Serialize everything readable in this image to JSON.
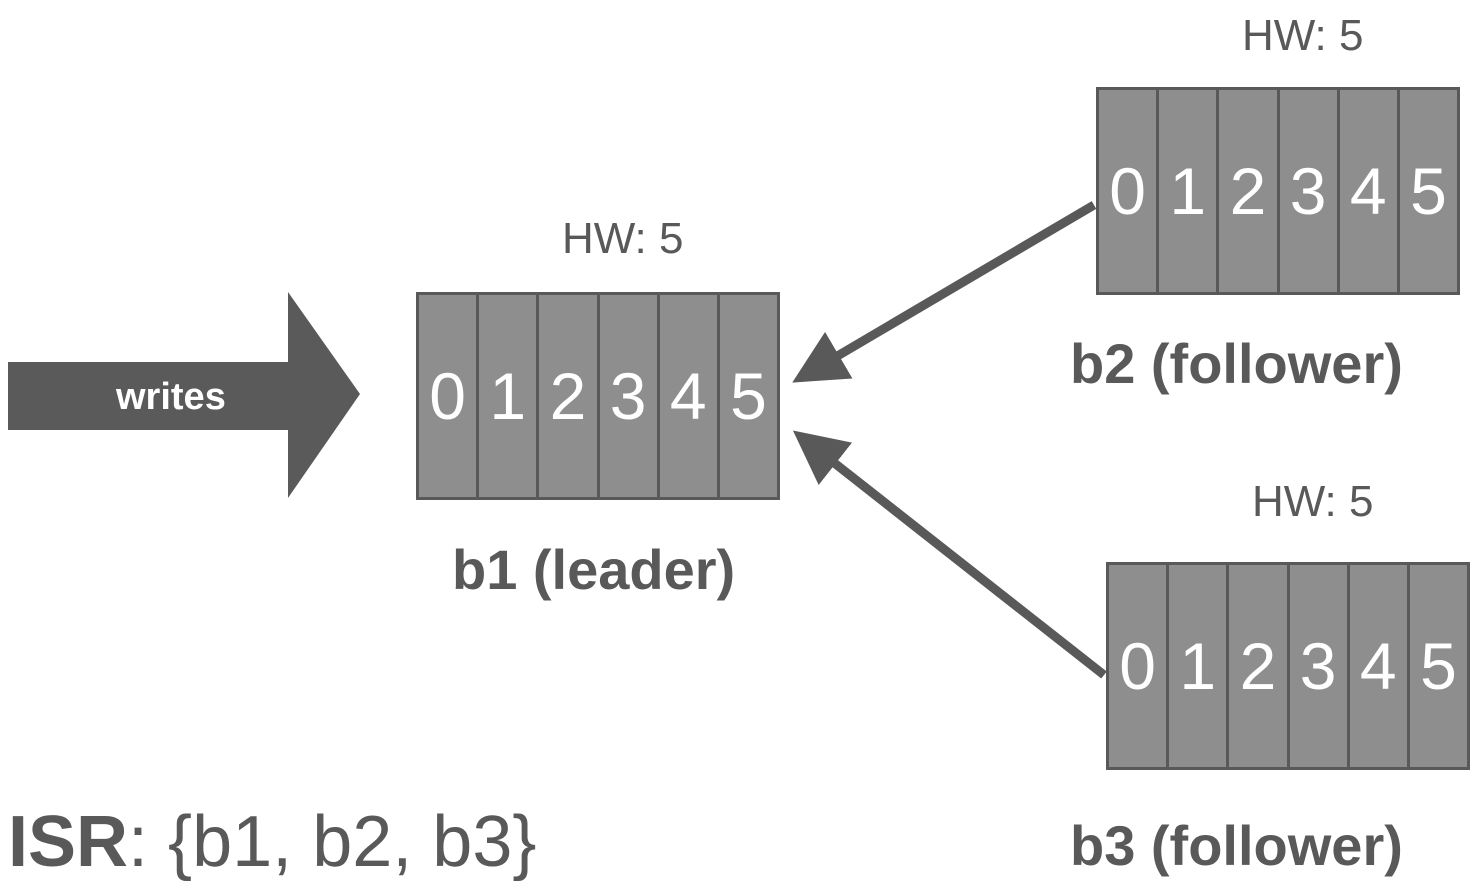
{
  "writes_label": "writes",
  "brokers": {
    "b1": {
      "label": "b1 (leader)",
      "hw": "HW: 5",
      "offsets": [
        "0",
        "1",
        "2",
        "3",
        "4",
        "5"
      ]
    },
    "b2": {
      "label": "b2 (follower)",
      "hw": "HW: 5",
      "offsets": [
        "0",
        "1",
        "2",
        "3",
        "4",
        "5"
      ]
    },
    "b3": {
      "label": "b3 (follower)",
      "hw": "HW: 5",
      "offsets": [
        "0",
        "1",
        "2",
        "3",
        "4",
        "5"
      ]
    }
  },
  "isr": {
    "key": "ISR",
    "separator": ":",
    "value": " {b1, b2, b3}"
  },
  "colors": {
    "cell_fill": "#8e8e8e",
    "border": "#595959",
    "arrow": "#595959",
    "text": "#595959",
    "offset_text": "#ffffff"
  }
}
